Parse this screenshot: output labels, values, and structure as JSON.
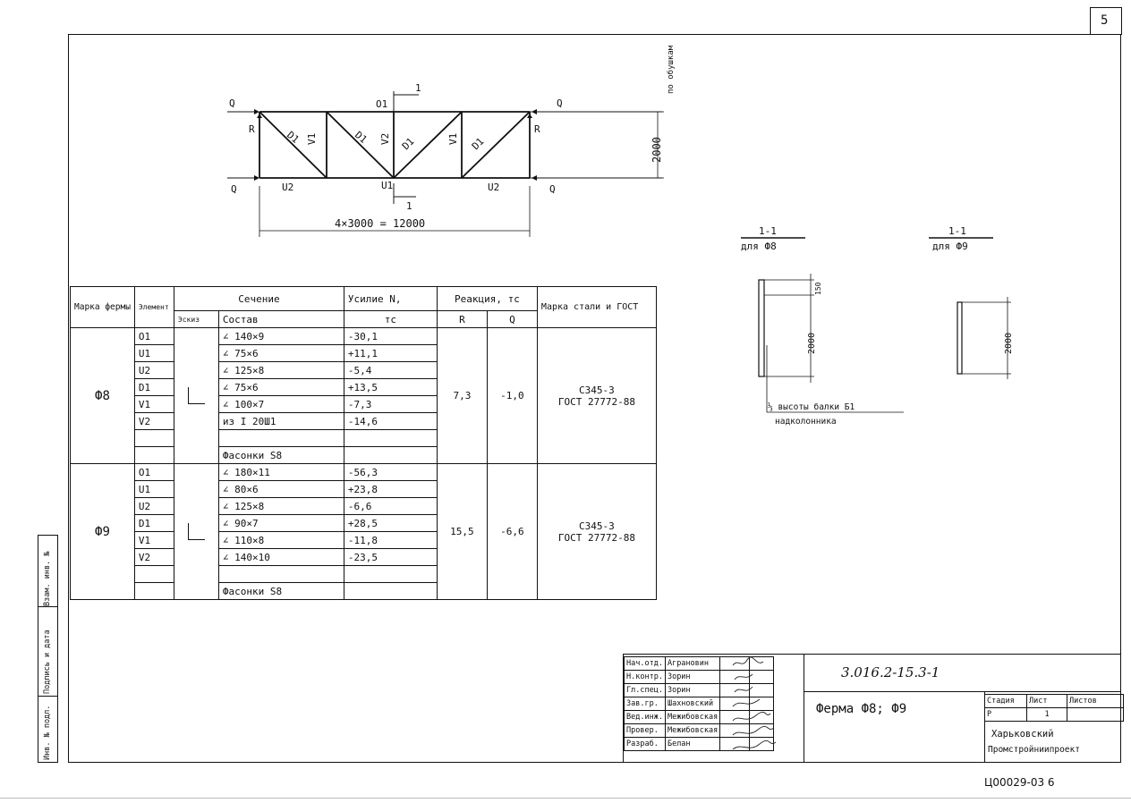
{
  "sheet_number": "5",
  "footer_code": "Ц00029-03   6",
  "diagram": {
    "labels": {
      "Q": "Q",
      "R": "R",
      "O1": "O1",
      "U1": "U1",
      "U2": "U2",
      "D1": "D1",
      "V1": "V1",
      "V2": "V2",
      "section_mark": "1",
      "height_dim": "2000",
      "height_note": "по обушкам",
      "span_dim": "4×3000 = 12000"
    }
  },
  "sections": {
    "f8_title": "1-1",
    "f8_sub": "для Ф8",
    "f8_h": "2000",
    "f8_small": "150",
    "f9_title": "1-1",
    "f9_sub": "для Ф9",
    "f9_h": "2000",
    "note_line1": "⅓ высоты балки Б1",
    "note_line2": "надколонника"
  },
  "table": {
    "headers": {
      "mark": "Марка фермы",
      "element": "Элемент",
      "section": "Сечение",
      "sketch": "Эскиз",
      "composition": "Состав",
      "force": "Усилие N,",
      "force_unit": "тс",
      "reaction": "Реакция, тс",
      "R": "R",
      "Q": "Q",
      "steel": "Марка стали и ГОСТ"
    },
    "groups": [
      {
        "mark": "Ф8",
        "R": "7,3",
        "Q": "-1,0",
        "steel1": "С345-3",
        "steel2": "ГОСТ 27772-88",
        "rows": [
          {
            "el": "O1",
            "comp": "∠ 140×9",
            "force": "-30,1"
          },
          {
            "el": "U1",
            "comp": "∠ 75×6",
            "force": "+11,1"
          },
          {
            "el": "U2",
            "comp": "∠ 125×8",
            "force": "-5,4"
          },
          {
            "el": "D1",
            "comp": "∠ 75×6",
            "force": "+13,5"
          },
          {
            "el": "V1",
            "comp": "∠ 100×7",
            "force": "-7,3"
          },
          {
            "el": "V2",
            "comp": "из I 20Ш1",
            "force": "-14,6"
          },
          {
            "el": "",
            "comp": "",
            "force": ""
          },
          {
            "el": "",
            "comp": "Фасонки S8",
            "force": ""
          }
        ]
      },
      {
        "mark": "Ф9",
        "R": "15,5",
        "Q": "-6,6",
        "steel1": "С345-3",
        "steel2": "ГОСТ 27772-88",
        "rows": [
          {
            "el": "O1",
            "comp": "∠ 180×11",
            "force": "-56,3"
          },
          {
            "el": "U1",
            "comp": "∠ 80×6",
            "force": "+23,8"
          },
          {
            "el": "U2",
            "comp": "∠ 125×8",
            "force": "-6,6"
          },
          {
            "el": "D1",
            "comp": "∠ 90×7",
            "force": "+28,5"
          },
          {
            "el": "V1",
            "comp": "∠ 110×8",
            "force": "-11,8"
          },
          {
            "el": "V2",
            "comp": "∠ 140×10",
            "force": "-23,5"
          },
          {
            "el": "",
            "comp": "",
            "force": ""
          },
          {
            "el": "",
            "comp": "Фасонки S8",
            "force": ""
          }
        ]
      }
    ]
  },
  "title_block": {
    "doc_code": "3.016.2-15.3-1",
    "title": "Ферма Ф8; Ф9",
    "stage_h": "Стадия",
    "sheet_h": "Лист",
    "sheets_h": "Листов",
    "stage": "Р",
    "sheet": "1",
    "sheets": "",
    "org1": "Харьковский",
    "org2": "Промстройниипроект",
    "staff": [
      {
        "role": "Нач.отд.",
        "name": "Аграновин"
      },
      {
        "role": "Н.контр.",
        "name": "Зорин"
      },
      {
        "role": "Гл.спец.",
        "name": "Зорин"
      },
      {
        "role": "Зав.гр.",
        "name": "Шахновский"
      },
      {
        "role": "Вед.инж.",
        "name": "Межибовская"
      },
      {
        "role": "Провер.",
        "name": "Межибовская"
      },
      {
        "role": "Разраб.",
        "name": "Белан"
      }
    ]
  },
  "side_stamp": {
    "inv_orig": "Инв. № подл.",
    "sign_date": "Подпись и дата",
    "inv_repl": "Взам. инв. №"
  }
}
